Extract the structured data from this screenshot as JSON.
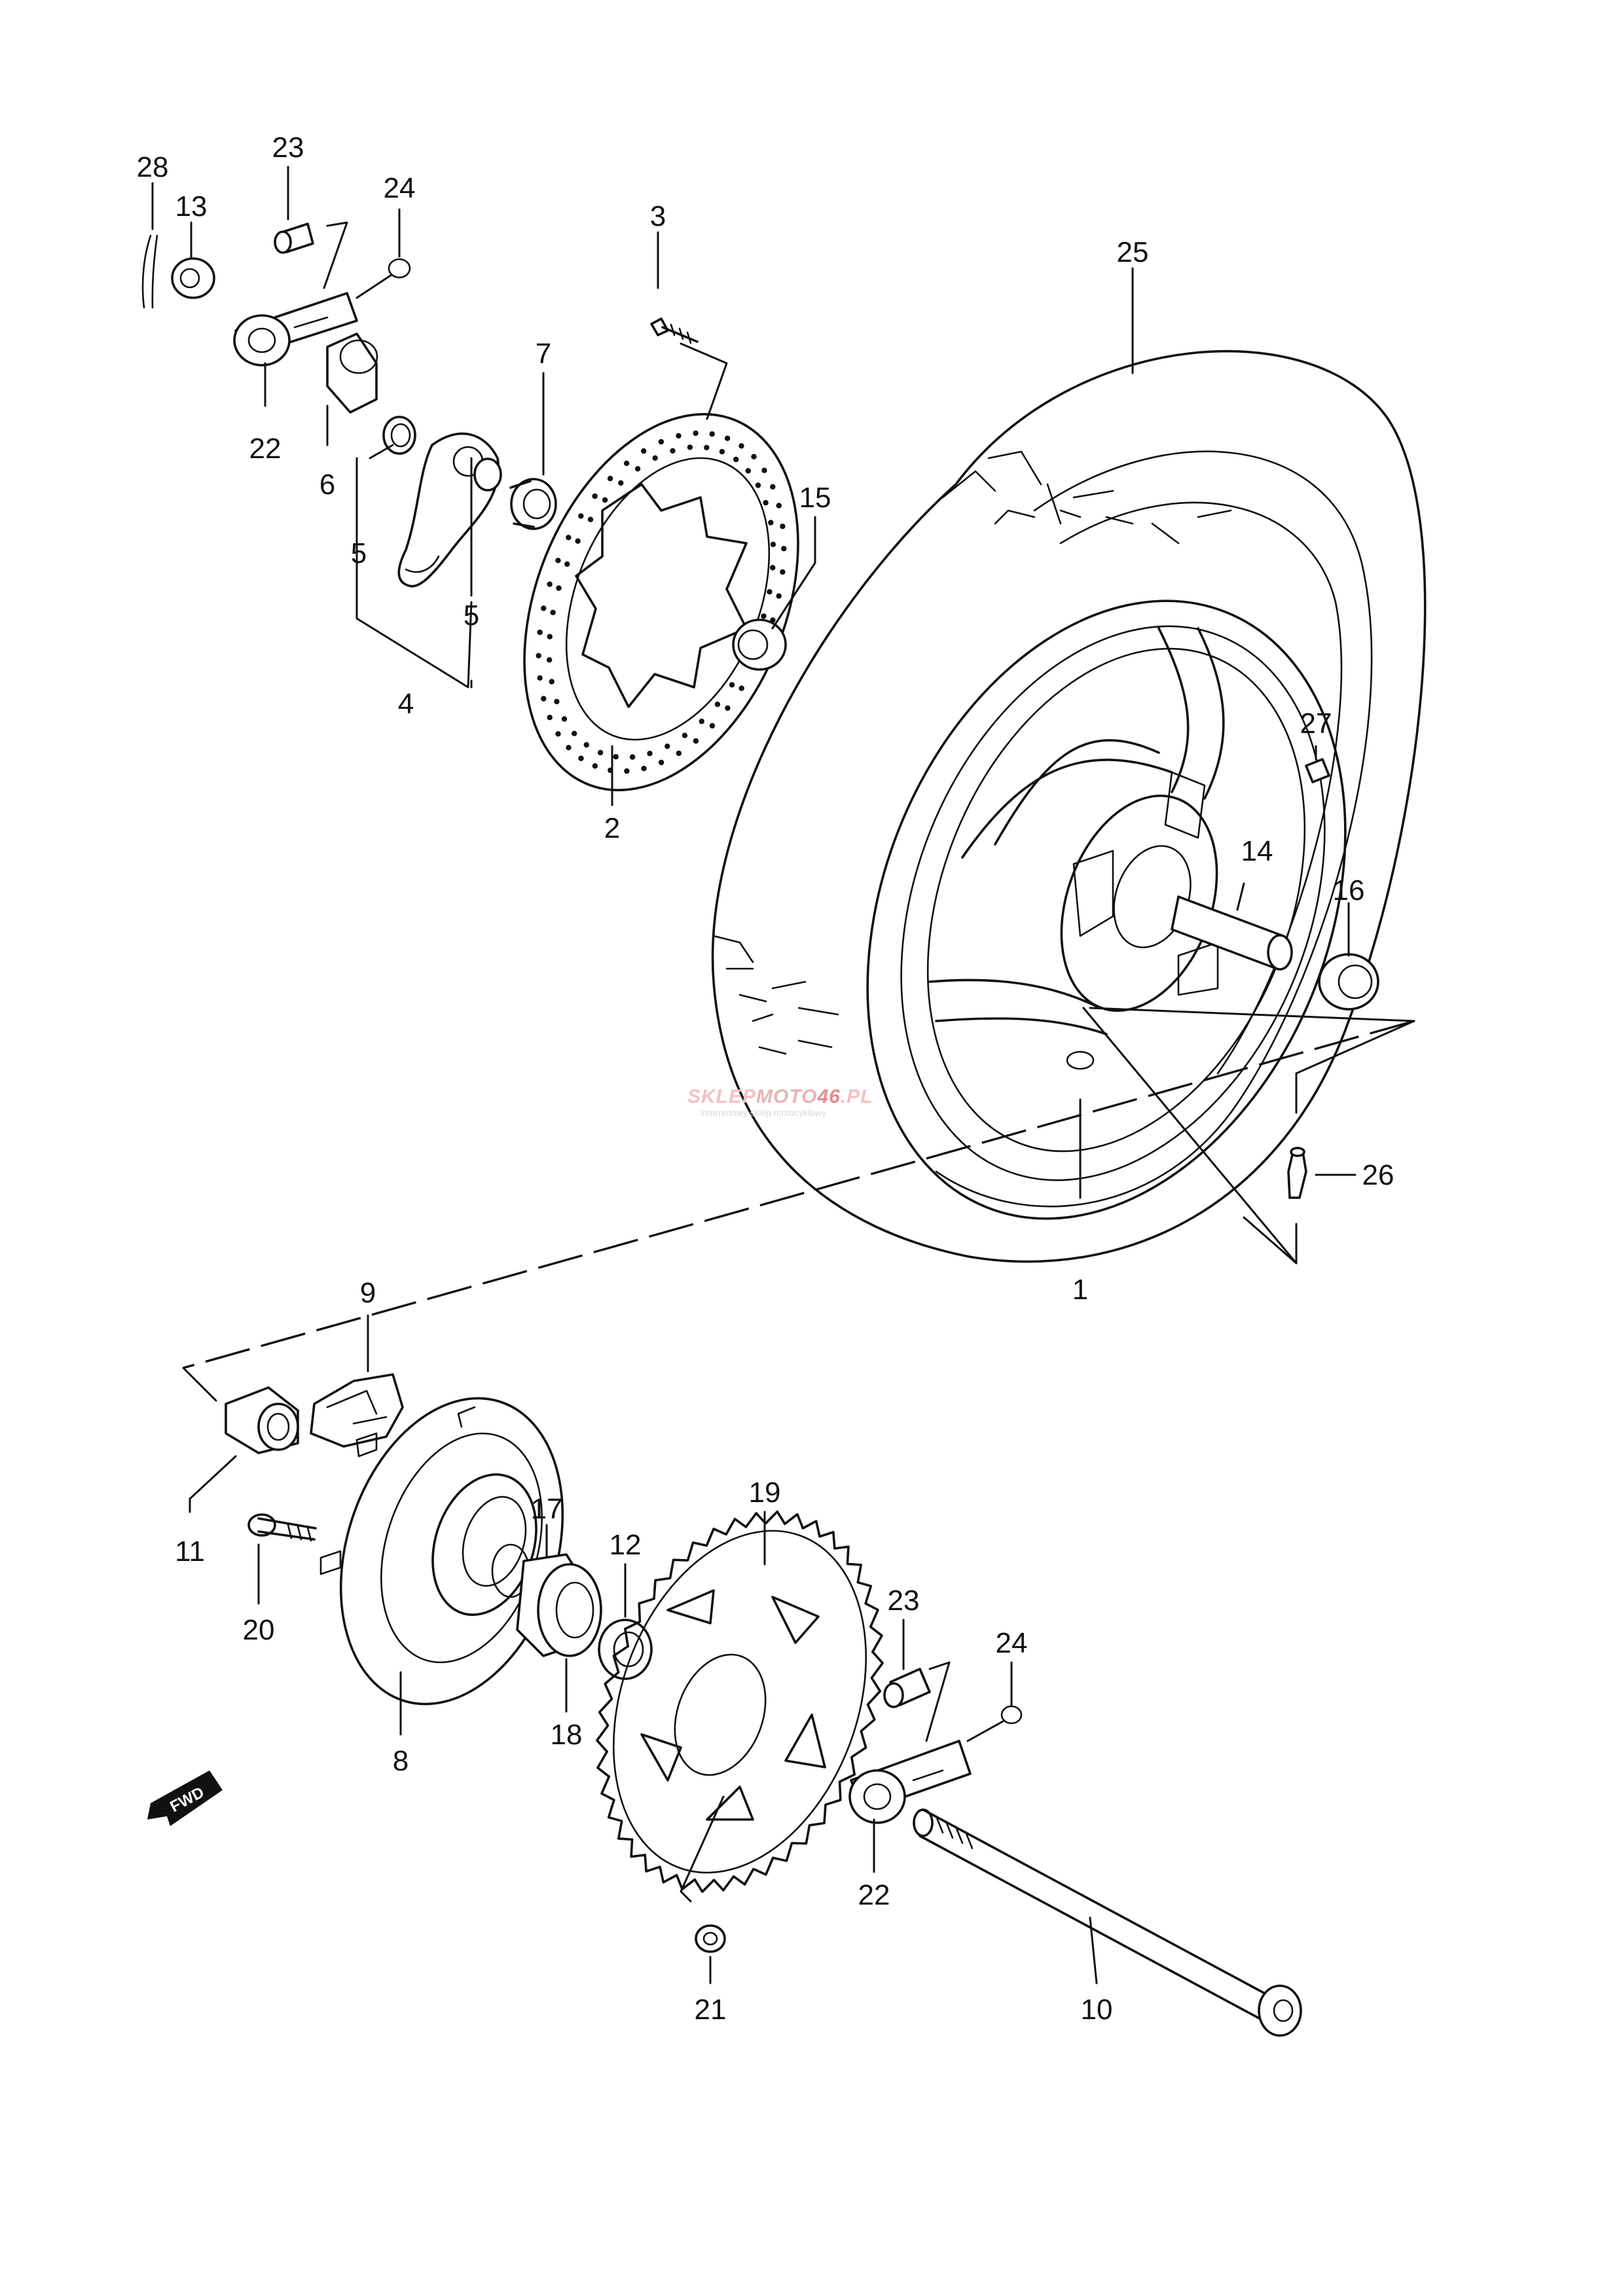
{
  "diagram": {
    "type": "exploded parts diagram - rear wheel assembly",
    "parts": [
      {
        "no": "1",
        "name": "wheel"
      },
      {
        "no": "2",
        "name": "brake-disc"
      },
      {
        "no": "3",
        "name": "disc-bolt"
      },
      {
        "no": "4",
        "name": "caliper-bracket"
      },
      {
        "no": "5",
        "name": "bushing"
      },
      {
        "no": "6",
        "name": "spacer"
      },
      {
        "no": "7",
        "name": "spacer"
      },
      {
        "no": "8",
        "name": "sprocket-hub"
      },
      {
        "no": "9",
        "name": "cushion"
      },
      {
        "no": "10",
        "name": "axle"
      },
      {
        "no": "11",
        "name": "spacer"
      },
      {
        "no": "12",
        "name": "spacer"
      },
      {
        "no": "13",
        "name": "axle-nut"
      },
      {
        "no": "14",
        "name": "hub-spacer"
      },
      {
        "no": "15",
        "name": "bearing"
      },
      {
        "no": "16",
        "name": "bearing"
      },
      {
        "no": "17",
        "name": "bearing"
      },
      {
        "no": "18",
        "name": "oil-seal"
      },
      {
        "no": "19",
        "name": "sprocket"
      },
      {
        "no": "20",
        "name": "stud-bolt"
      },
      {
        "no": "21",
        "name": "sprocket-nut"
      },
      {
        "no": "22",
        "name": "chain-adjuster"
      },
      {
        "no": "23",
        "name": "adjuster-bolt"
      },
      {
        "no": "24",
        "name": "e-ring"
      },
      {
        "no": "25",
        "name": "tire"
      },
      {
        "no": "26",
        "name": "valve"
      },
      {
        "no": "27",
        "name": "balancer"
      },
      {
        "no": "28",
        "name": "cotter-pin"
      }
    ],
    "labels": {
      "l28": "28",
      "l13": "13",
      "l23a": "23",
      "l24a": "24",
      "l22a": "22",
      "l6": "6",
      "l5a": "5",
      "l5b": "5",
      "l4": "4",
      "l7": "7",
      "l3": "3",
      "l2": "2",
      "l15": "15",
      "l25": "25",
      "l27": "27",
      "l14": "14",
      "l16": "16",
      "l26": "26",
      "l1": "1",
      "l9": "9",
      "l11": "11",
      "l20": "20",
      "l17": "17",
      "l8": "8",
      "l12": "12",
      "l18": "18",
      "l19": "19",
      "l23b": "23",
      "l24b": "24",
      "l22b": "22",
      "l21": "21",
      "l10": "10"
    },
    "watermark": {
      "brand_a": "SKLEP",
      "brand_b": "MOTO",
      "brand_c": "46",
      "brand_d": ".PL",
      "tagline": "internetowy sklep motocyklowy"
    },
    "fwd_arrow": "FWD"
  }
}
